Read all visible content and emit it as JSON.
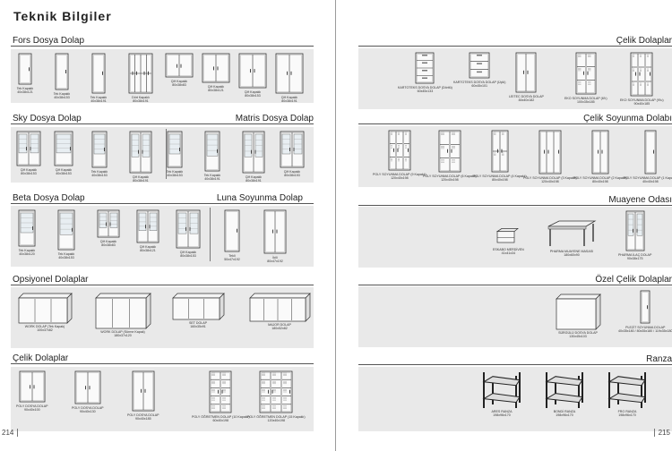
{
  "left_page": {
    "title": "Teknik Bilgiler",
    "page_number": "214",
    "sections": [
      {
        "key": "fors",
        "label": "Fors Dosya Dolap",
        "items": [
          {
            "type": "Tek Kapaklı",
            "dims": "40x38x121"
          },
          {
            "type": "Tek Kapaklı",
            "dims": "40x38x153"
          },
          {
            "type": "Tek Kapaklı",
            "dims": "40x38x191"
          },
          {
            "type": "Dört Kapaklı",
            "dims": "80x38x191"
          },
          {
            "type": "Çift Kapaklı",
            "dims": "80x38x83"
          },
          {
            "type": "Çift Kapaklı",
            "dims": "80x38x121"
          },
          {
            "type": "Çift Kapaklı",
            "dims": "80x38x153"
          },
          {
            "type": "Çift Kapaklı",
            "dims": "80x38x191"
          }
        ]
      },
      {
        "key": "sky",
        "label": "Sky Dosya Dolap",
        "label2": "Matris Dosya Dolap",
        "items": [
          {
            "type": "Çift Kapaklı",
            "dims": "80x38x153"
          },
          {
            "type": "Çift Kapaklı",
            "dims": "40x38x153"
          },
          {
            "type": "Tek Kapaklı",
            "dims": "40x38x153"
          },
          {
            "type": "Çift Kapaklı",
            "dims": "80x38x191"
          },
          {
            "type": "Tek Kapaklı",
            "dims": "40x38x153"
          },
          {
            "type": "Tek Kapaklı",
            "dims": "40x38x191"
          },
          {
            "type": "Çift Kapaklı",
            "dims": "80x38x191"
          },
          {
            "type": "Çift Kapaklı",
            "dims": "80x38x153"
          }
        ]
      },
      {
        "key": "beta",
        "label": "Beta Dosya Dolap",
        "label2": "Luna Soyunma Dolap",
        "items": [
          {
            "type": "Tek Kapaklı",
            "dims": "40x38x120"
          },
          {
            "type": "Tek Kapaklı",
            "dims": "40x38x153"
          },
          {
            "type": "Çift Kapaklı",
            "dims": "80x38x83"
          },
          {
            "type": "Çift Kapaklı",
            "dims": "80x38x121"
          },
          {
            "type": "Çift Kapaklı",
            "dims": "80x38x153"
          },
          {
            "type": "Tekli",
            "dims": "50x47x192"
          },
          {
            "type": "İkili",
            "dims": "80x47x192"
          }
        ]
      },
      {
        "key": "opsiyonel",
        "label": "Opsiyonel Dolaplar",
        "items": [
          {
            "type": "WORK DOLAP (Tek Kapak)",
            "dims": "100x37x82"
          },
          {
            "type": "WORK DOLAP (Sürme Kapak)",
            "dims": "180x37x120"
          },
          {
            "type": "SET DOLAP",
            "dims": "160x35x91"
          },
          {
            "type": "MAJOR DOLAP",
            "dims": "180x52x82"
          }
        ]
      },
      {
        "key": "celik_left",
        "label": "Çelik Dolaplar",
        "items": [
          {
            "type": "POLY DOSYA DOLAP",
            "dims": "90x40x100"
          },
          {
            "type": "POLY DOSYA DOLAP",
            "dims": "90x40x130"
          },
          {
            "type": "POLY DOSYA DOLAP",
            "dims": "90x40x185"
          },
          {
            "type": "POLY ÖĞRETMEN DOLAP (10 Kapaklı)",
            "dims": "60x40x198"
          },
          {
            "type": "POLY ÖĞRETMEN DOLAP (15 Kapaklı)",
            "dims": "120x40x198"
          }
        ]
      }
    ]
  },
  "right_page": {
    "page_number": "215",
    "sections": [
      {
        "key": "celik",
        "label": "Çelik Dolaplar",
        "items": [
          {
            "type": "KARTOTEKS DOSYA DOLAP (Dörtlü)",
            "dims": "60x45x133"
          },
          {
            "type": "KARTOTEKS DOSYA DOLAP (Üçlü)",
            "dims": "60x45x101"
          },
          {
            "type": "LEITEC DOSYA DOLAP",
            "dims": "84x40x182"
          },
          {
            "type": "EKO SOYUNMA DOLAP (6'lı)",
            "dims": "100x35x185"
          },
          {
            "type": "EKO SOYUNMA DOLAP (9'lu)",
            "dims": "90x40x185"
          }
        ]
      },
      {
        "key": "soyunma",
        "label": "Çelik Soyunma Dolabı",
        "items": [
          {
            "type": "POLY SOYUNMA DOLAP (9 Kapaklı)",
            "dims": "120x40x198"
          },
          {
            "type": "POLY SOYUNMA DOLAP (6 Kapaklı)",
            "dims": "120x40x198"
          },
          {
            "type": "POLY SOYUNMA DOLAP (4 Kapaklı)",
            "dims": "80x40x198"
          },
          {
            "type": "POLY SOYUNMA DOLAP (3 Kapaklı)",
            "dims": "120x40x198"
          },
          {
            "type": "POLY SOYUNMA DOLAP (2 Kapaklı)",
            "dims": "80x40x198"
          },
          {
            "type": "POLY SOYUNMA DOLAP (1 Kapaklı)",
            "dims": "40x40x198"
          }
        ]
      },
      {
        "key": "muayene",
        "label": "Muayene Odası",
        "items": [
          {
            "type": "ESKABO MERDİVEN",
            "dims": "41x41x34"
          },
          {
            "type": "PHARMA MUAYENE MASASI",
            "dims": "180x60x90"
          },
          {
            "type": "PHARMA İLAÇ DOLAP",
            "dims": "90x38x175"
          }
        ]
      },
      {
        "key": "ozel",
        "label": "Özel Çelik Dolaplar",
        "items": [
          {
            "type": "SÜRGÜLÜ DOSYA DOLAP",
            "dims": "130x45x103"
          },
          {
            "type": "PLEZİT SOYUNMA DOLAP",
            "dims": "40x35x180 / 80x35x180 / 119x35x180"
          }
        ]
      },
      {
        "key": "ranza",
        "label": "Ranza",
        "items": [
          {
            "type": "ARES RANZA",
            "dims": "198x96x170"
          },
          {
            "type": "BONDİ RANZA",
            "dims": "198x96x170"
          },
          {
            "type": "FRO RANZA",
            "dims": "198x96x170"
          }
        ]
      }
    ]
  }
}
